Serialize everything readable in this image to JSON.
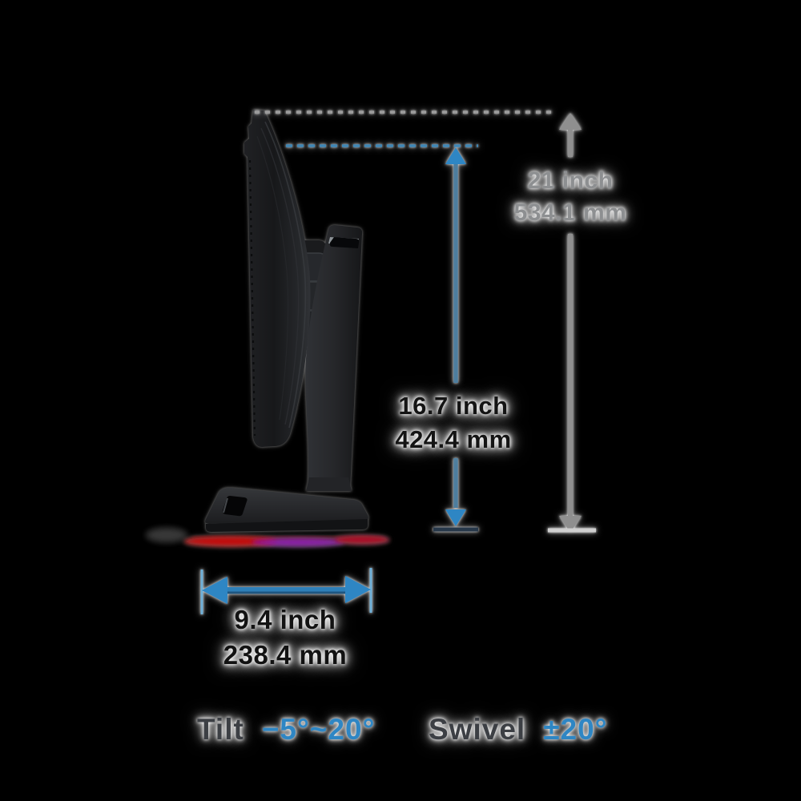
{
  "colors": {
    "background": "#000000",
    "accent_blue": "#2e86c4",
    "dim_gray": "#8d8f91",
    "glow_red": "#c00808",
    "glow_purple": "#8a17a8"
  },
  "annotations": {
    "total_height": {
      "inch": "21 inch",
      "mm": "534.1 mm"
    },
    "height_adjustment": {
      "inch": "16.7 inch",
      "mm": "424.4 mm"
    },
    "base_depth": {
      "inch": "9.4 inch",
      "mm": "238.4 mm"
    },
    "tilt": {
      "label": "Tilt",
      "value": "−5°~20°"
    },
    "swivel": {
      "label": "Swivel",
      "value": "±20°"
    }
  }
}
